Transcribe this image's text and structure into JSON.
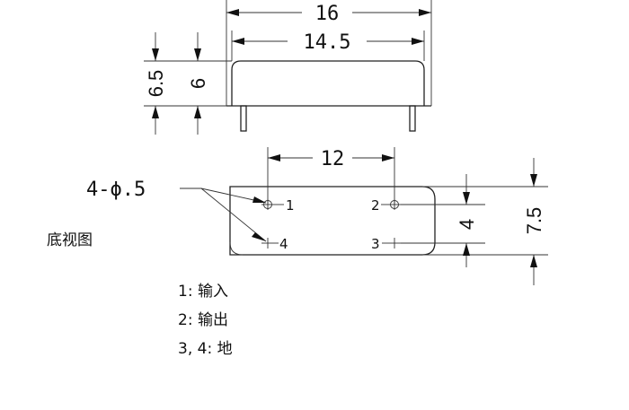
{
  "side_view": {
    "dim_total_length": "16",
    "dim_body_length": "14.5",
    "dim_total_height": "6.5",
    "dim_body_height": "6"
  },
  "bottom_view": {
    "title": "底视图",
    "dim_pin_pitch_x": "12",
    "dim_pin_pitch_y": "4",
    "dim_body_width": "7.5",
    "hole_callout": "4-ϕ.5",
    "pins": [
      {
        "label": "1"
      },
      {
        "label": "2"
      },
      {
        "label": "3"
      },
      {
        "label": "4"
      }
    ]
  },
  "legend": [
    "1: 输入",
    "2: 输出",
    "3, 4: 地"
  ]
}
